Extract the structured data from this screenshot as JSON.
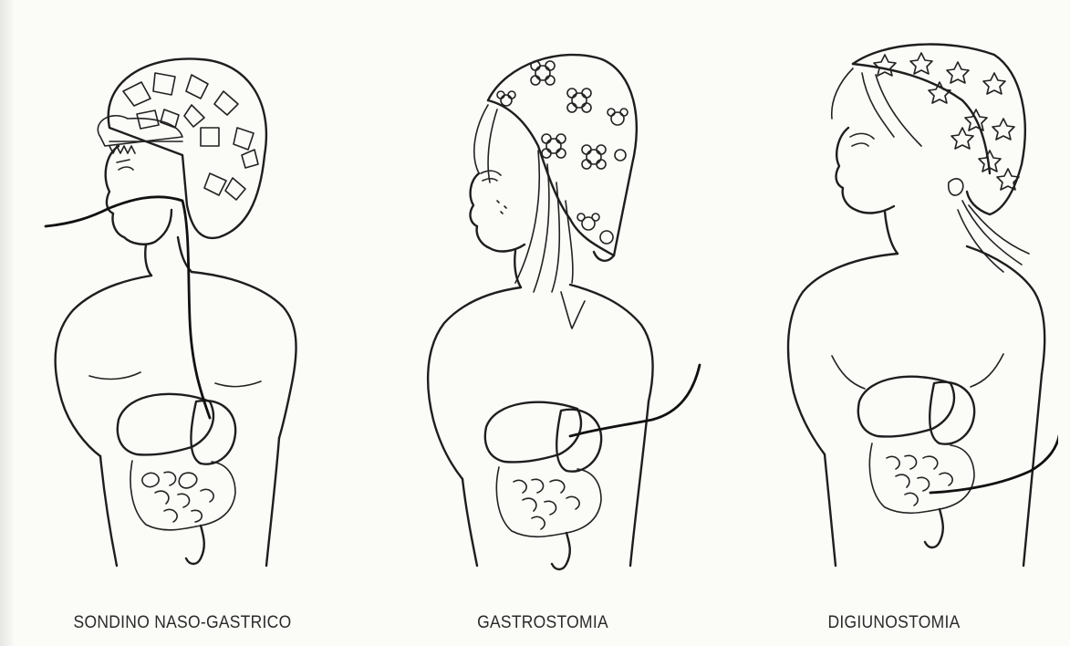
{
  "figure": {
    "panels": [
      {
        "caption": "SONDINO NASO-GASTRICO",
        "icon": "nasogastric-tube-illustration"
      },
      {
        "caption": "GASTROSTOMIA",
        "icon": "gastrostomy-illustration"
      },
      {
        "caption": "DIGIUNOSTOMIA",
        "icon": "jejunostomy-illustration"
      }
    ]
  }
}
